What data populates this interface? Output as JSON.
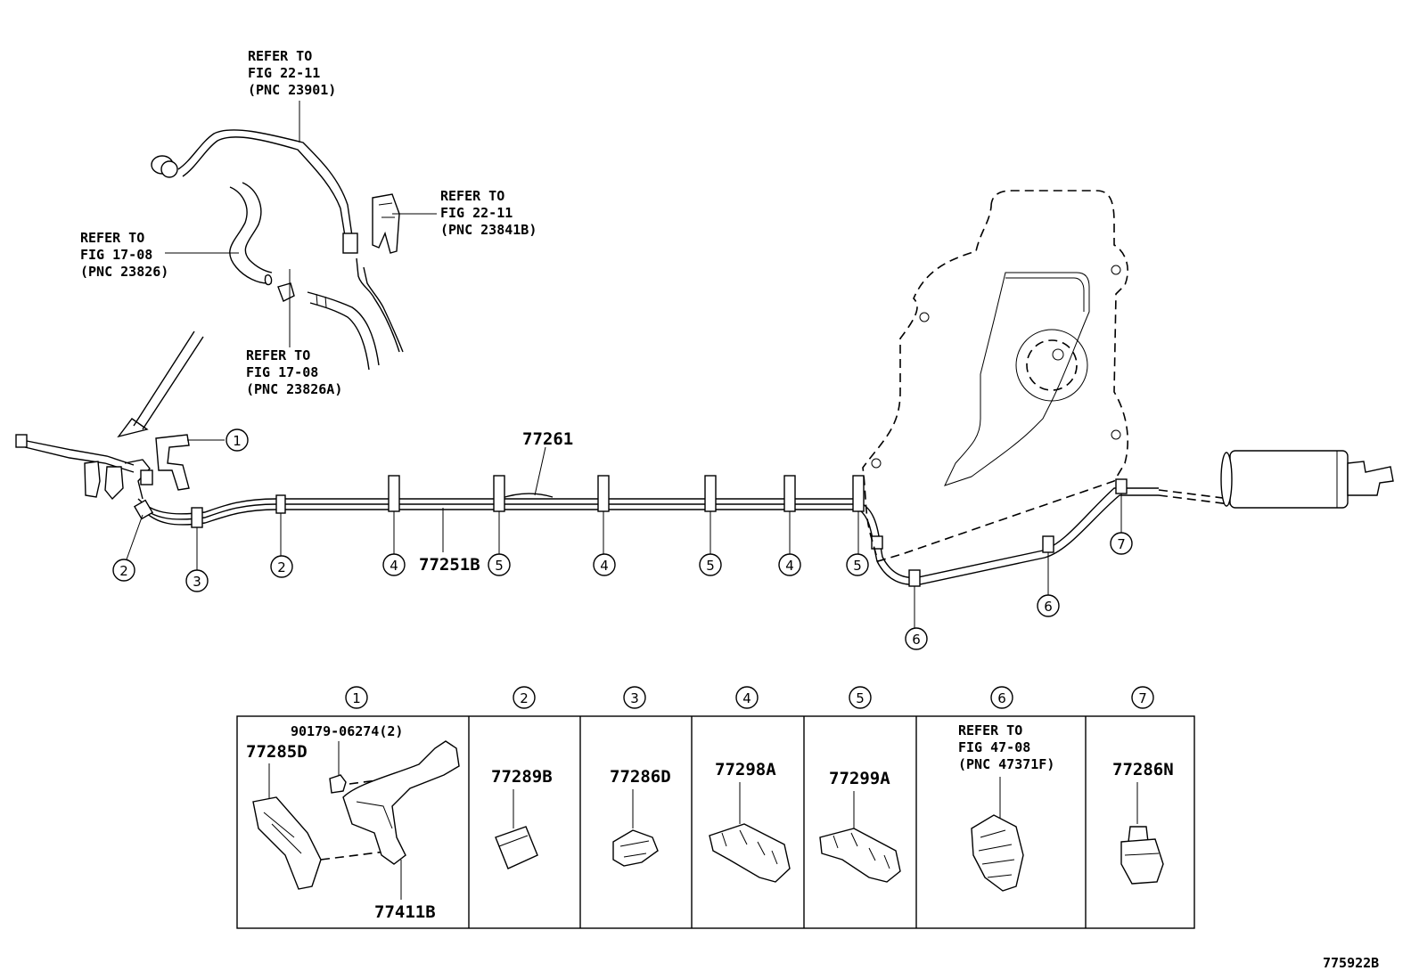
{
  "refer_notes": {
    "purge_line": [
      "REFER TO",
      "FIG 22-11",
      "(PNC 23901)"
    ],
    "bracket": [
      "REFER TO",
      "FIG 22-11",
      "(PNC 23841B)"
    ],
    "hose": [
      "REFER TO",
      "FIG 17-08",
      "(PNC 23826)"
    ],
    "hose_a": [
      "REFER TO",
      "FIG 17-08",
      "(PNC 23826A)"
    ],
    "clamp6": [
      "REFER TO",
      "FIG 47-08",
      "(PNC 47371F)"
    ]
  },
  "main_parts": {
    "tube_upper": "77261",
    "tube_lower": "77251B"
  },
  "callouts": {
    "c1": "1",
    "c2": "2",
    "c3": "3",
    "c4": "4",
    "c5": "5",
    "c6": "6",
    "c7": "7"
  },
  "detail_table": {
    "headers": [
      "1",
      "2",
      "3",
      "4",
      "5",
      "6",
      "7"
    ],
    "cell1": {
      "bolt": "90179-06274(2)",
      "bracket": "77285D",
      "clip": "77411B"
    },
    "cell2": "77289B",
    "cell3": "77286D",
    "cell4": "77298A",
    "cell5": "77299A",
    "cell7": "77286N"
  },
  "figure_id": "775922B"
}
